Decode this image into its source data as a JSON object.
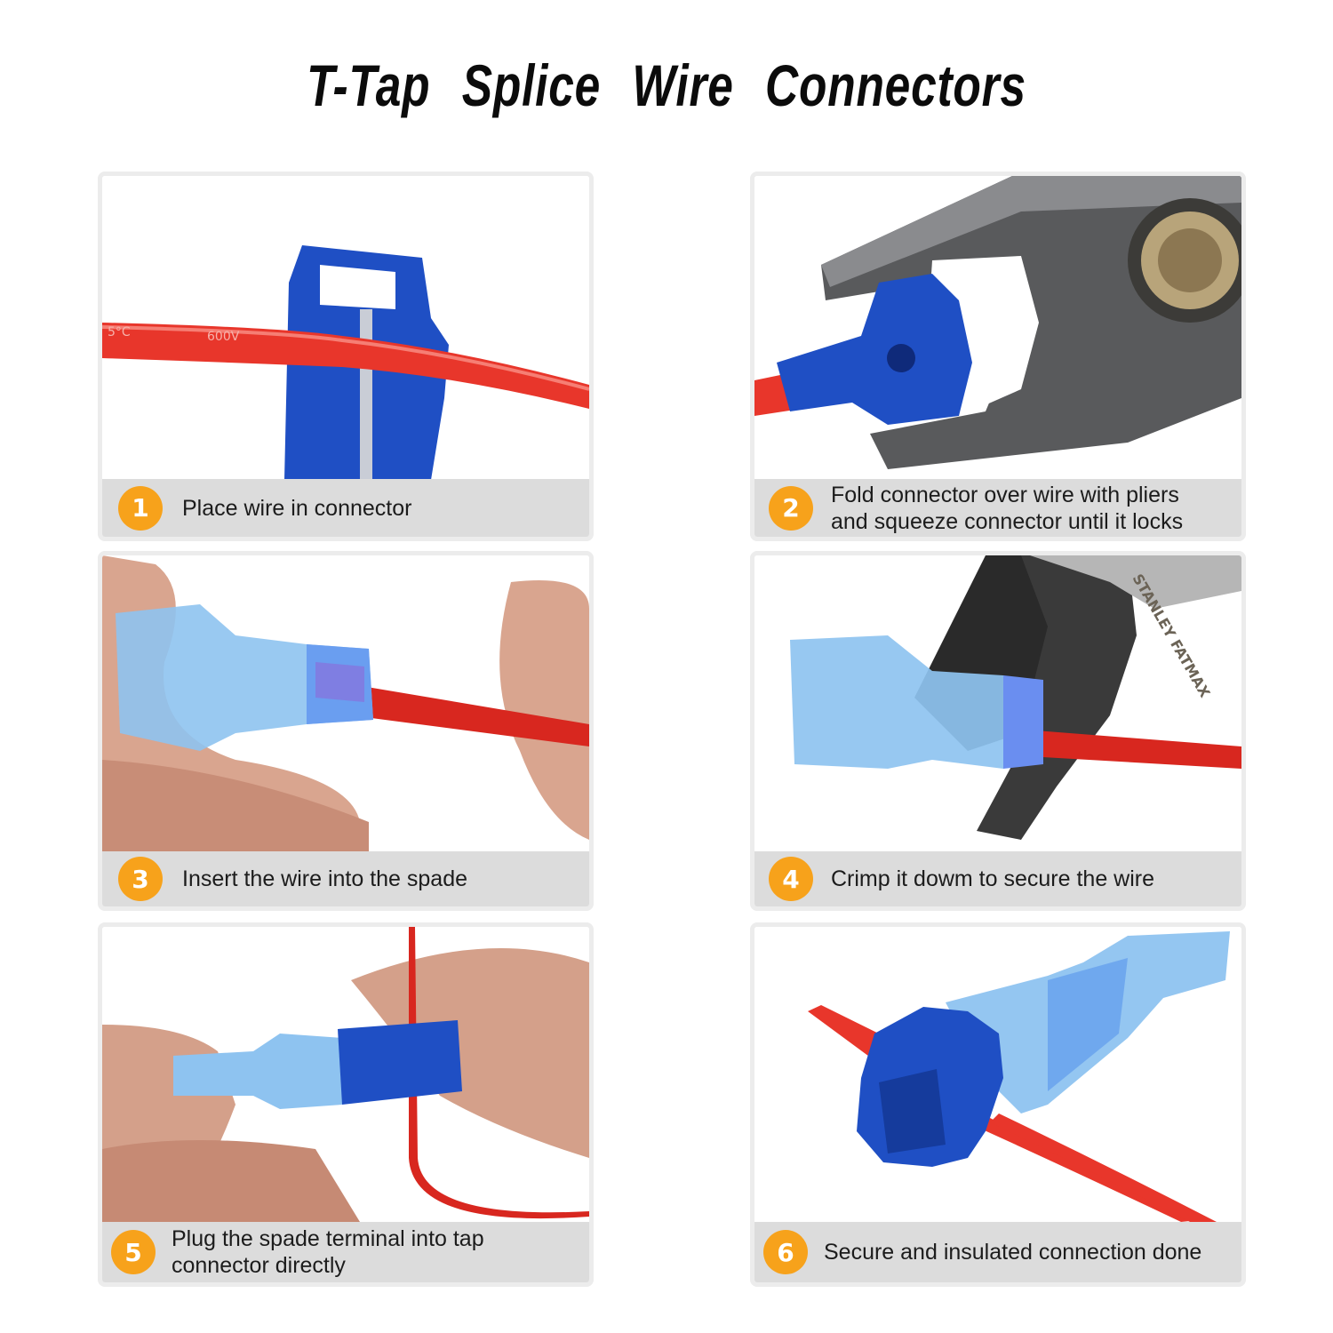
{
  "header": {
    "title": "T-Tap Splice Wire Connectors"
  },
  "colors": {
    "badge": "#f7a21b",
    "caption_bar": "#dcdcdc",
    "frame": "#ececec",
    "wire_red": "#e8362b",
    "connector_blue": "#1f4fc4",
    "spade_light_blue": "#8ec3f0"
  },
  "steps": [
    {
      "number": "1",
      "text": "Place wire in connector",
      "image": "blue-t-tap-connector-with-red-wire"
    },
    {
      "number": "2",
      "text_line1": "Fold connector over wire with pliers",
      "text_line2": "and squeeze connector until it locks",
      "image": "pliers-squeezing-blue-connector"
    },
    {
      "number": "3",
      "text": "Insert the wire into the spade",
      "image": "fingers-holding-spade-terminal-with-red-wire"
    },
    {
      "number": "4",
      "text": "Crimp it dowm to secure the wire",
      "image": "stanley-pliers-crimping-spade-terminal",
      "brand_mark": "STANLEY FATMAX"
    },
    {
      "number": "5",
      "text_line1": "Plug the spade terminal into tap",
      "text_line2": "connector directly",
      "image": "fingers-plugging-spade-into-tap-connector"
    },
    {
      "number": "6",
      "text": "Secure and insulated connection done",
      "image": "completed-t-tap-connection"
    }
  ]
}
